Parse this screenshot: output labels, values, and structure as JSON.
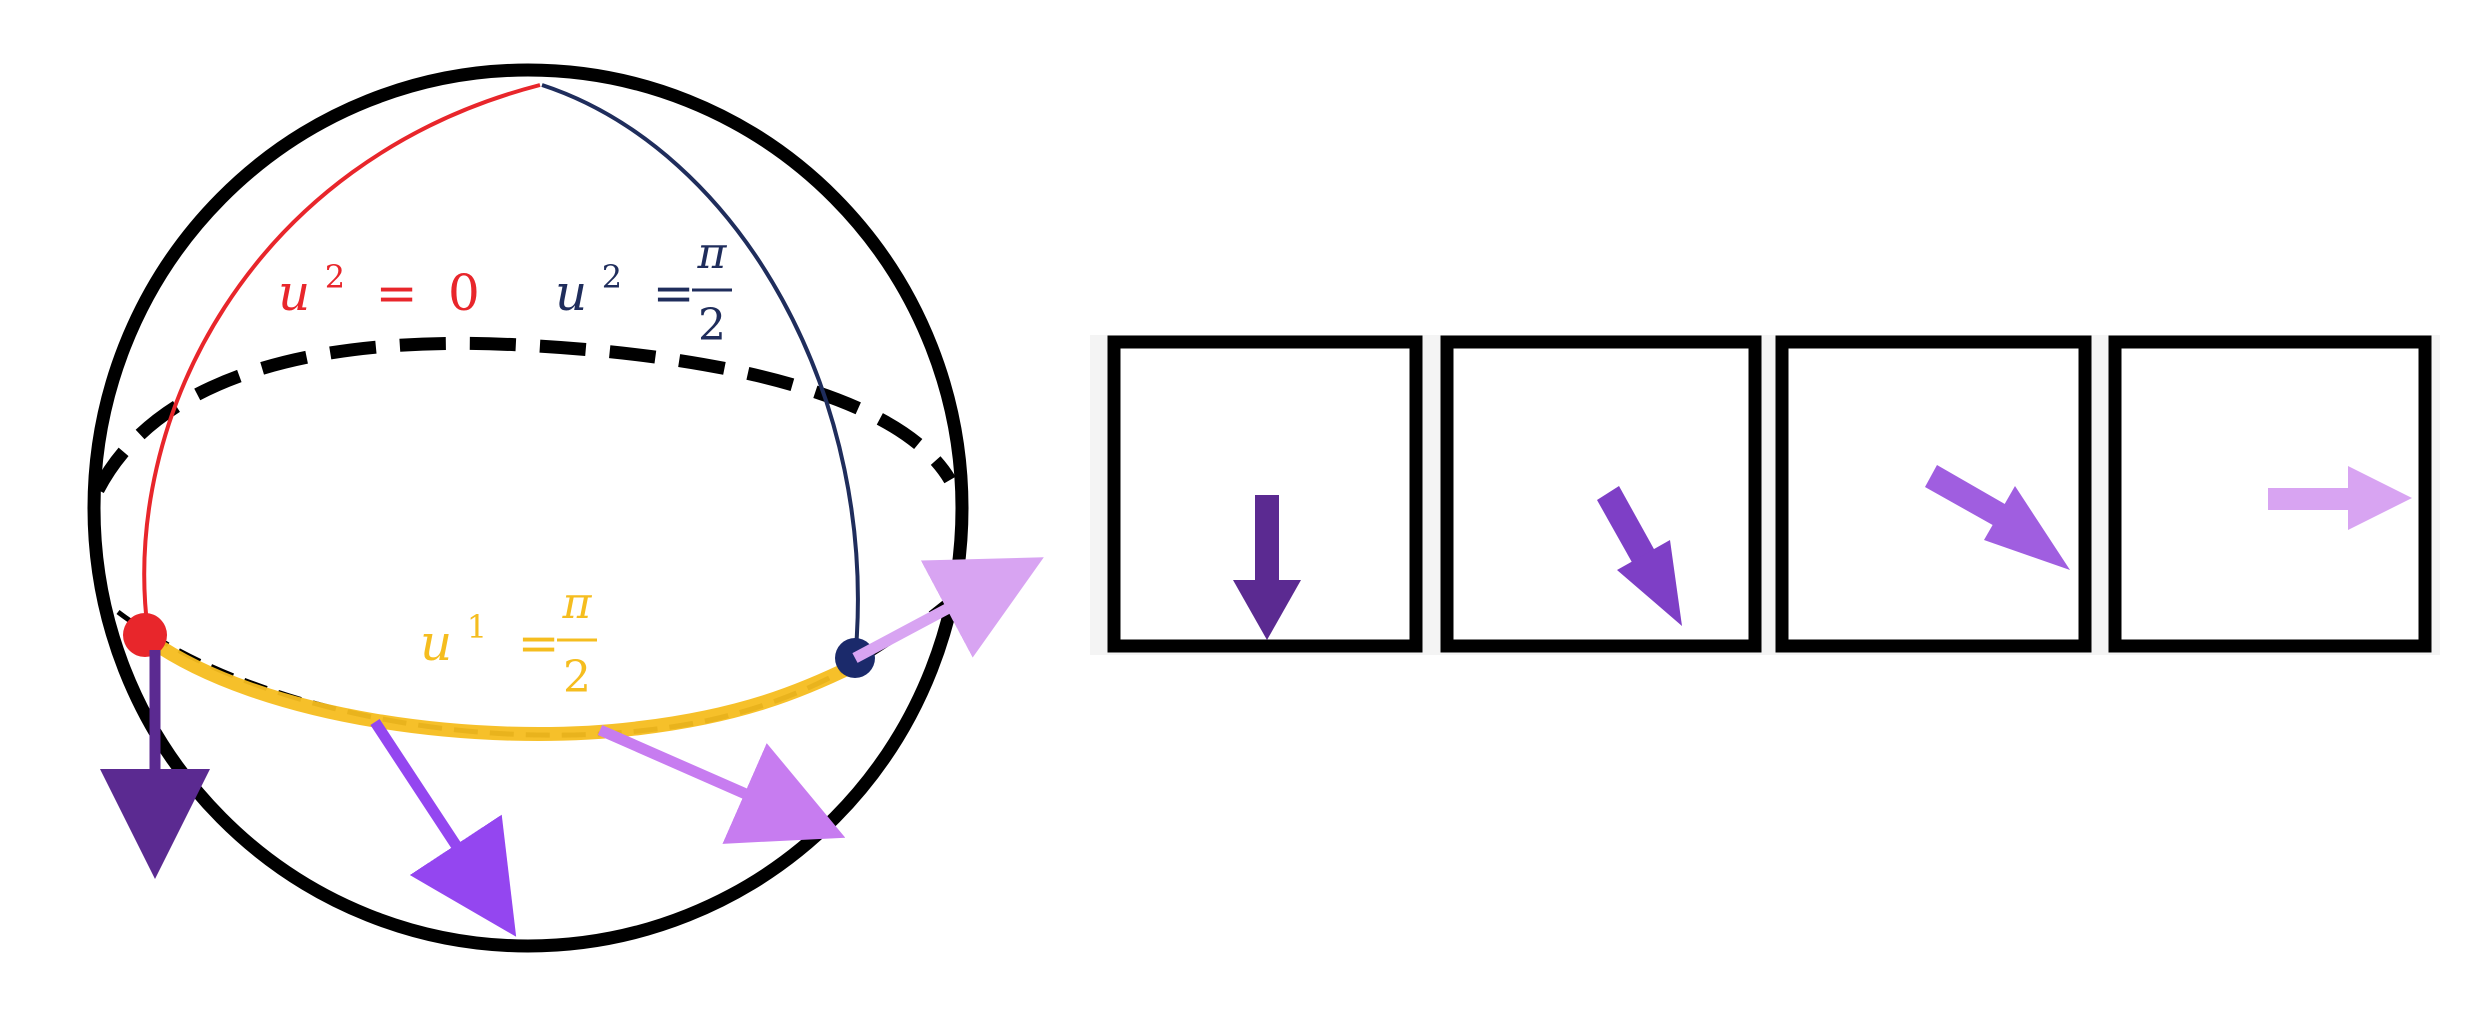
{
  "colors": {
    "outline": "#000000",
    "meridian_u2_0": "#e8262b",
    "meridian_u2_pi2": "#1f2d5c",
    "equator_u1_pi2": "#f5bd1f",
    "point_red": "#e8262b",
    "point_navy": "#1b2a6b",
    "arrow_1": "#5b2a91",
    "arrow_2": "#7e3fc6",
    "arrow_3": "#9446f0",
    "arrow_4": "#c77cf0",
    "arrow_5": "#d8a4f2"
  },
  "labels": {
    "u2_zero": {
      "var": "u",
      "sup": "2",
      "eq": "=",
      "rhs": "0"
    },
    "u2_pi2": {
      "var": "u",
      "sup": "2",
      "eq": "=",
      "num": "π",
      "den": "2"
    },
    "u1_pi2": {
      "var": "u",
      "sup": "1",
      "eq": "=",
      "num": "π",
      "den": "2"
    }
  },
  "icons": {
    "sphere": "sphere-outline",
    "arrows": "arrow-icon"
  },
  "frames": [
    {
      "name": "frame-1",
      "arrow_color": "#5b2a91",
      "direction_deg": 90
    },
    {
      "name": "frame-2",
      "arrow_color": "#7e3fc6",
      "direction_deg": 60
    },
    {
      "name": "frame-3",
      "arrow_color": "#a05ee0",
      "direction_deg": 30
    },
    {
      "name": "frame-4",
      "arrow_color": "#d8a4f2",
      "direction_deg": 0
    }
  ]
}
